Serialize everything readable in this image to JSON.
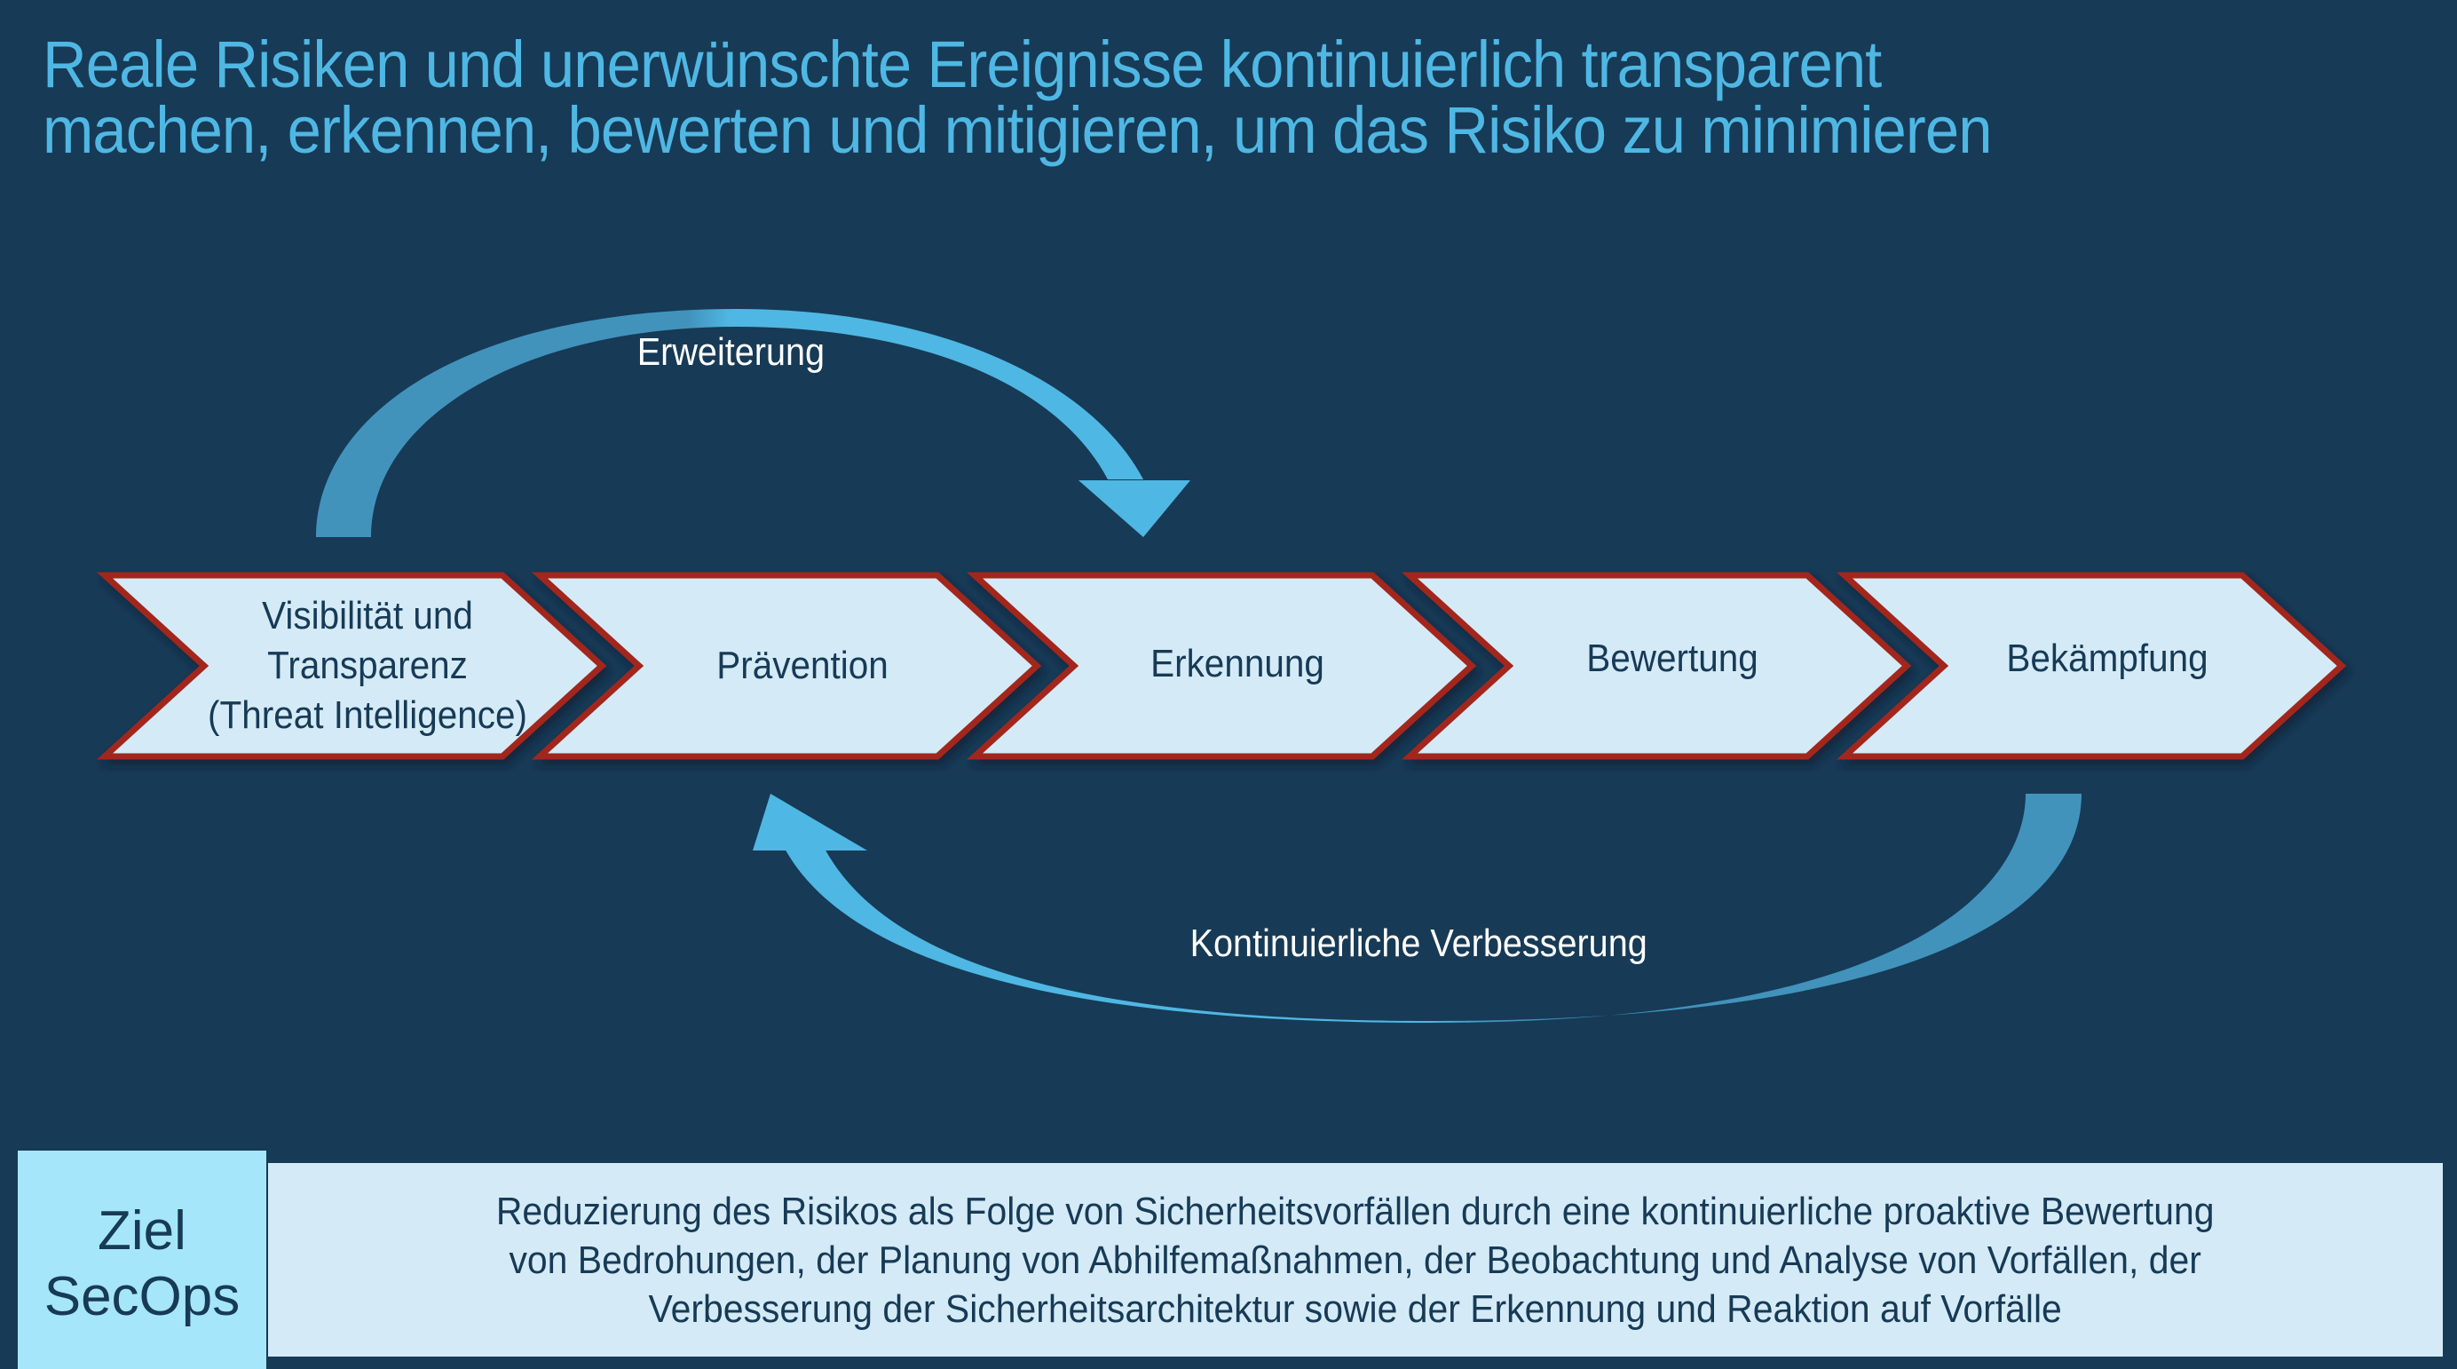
{
  "title": {
    "line1": "Reale Risiken und unerwünschte Ereignisse kontinuierlich transparent",
    "line2": "machen, erkennen, bewerten und mitigieren, um das Risiko zu minimieren"
  },
  "process": {
    "steps": [
      {
        "lines": [
          "Visibilität und",
          "Transparenz",
          "(Threat Intelligence)"
        ]
      },
      {
        "lines": [
          "Prävention"
        ]
      },
      {
        "lines": [
          "Erkennung"
        ]
      },
      {
        "lines": [
          "Bewertung"
        ]
      },
      {
        "lines": [
          "Bekämpfung"
        ]
      }
    ],
    "top_arrow_label": "Erweiterung",
    "bottom_arrow_label": "Kontinuierliche Verbesserung"
  },
  "goal": {
    "label_line1": "Ziel",
    "label_line2": "SecOps",
    "description_lines": [
      "Reduzierung des Risikos als Folge von Sicherheitsvorfällen durch eine kontinuierliche proaktive Bewertung",
      "von Bedrohungen, der Planung von Abhilfemaßnahmen, der Beobachtung und Analyse von Vorfällen, der",
      "Verbesserung der Sicherheitsarchitektur sowie der Erkennung und Reaktion auf Vorfälle"
    ]
  },
  "colors": {
    "background": "#173a56",
    "title": "#4fb7e3",
    "chevron_fill": "#d4ebf7",
    "chevron_border": "#a3261f",
    "arrow_light": "#4fb7e3",
    "arrow_dark": "#4193bc",
    "goal_label_bg": "#a6e6fa",
    "description_bg": "#d4ebf7"
  }
}
